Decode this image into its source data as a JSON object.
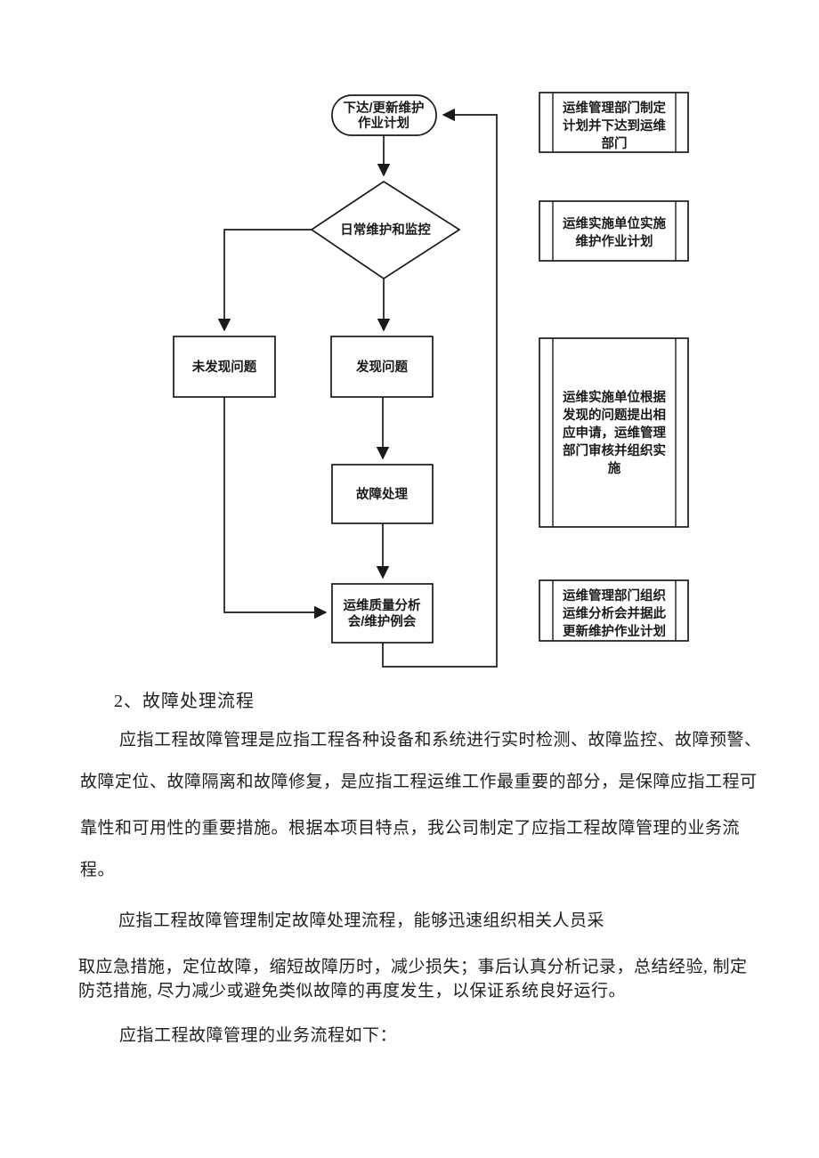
{
  "colors": {
    "ink": "#1a1a1a",
    "background": "#ffffff"
  },
  "flowchart": {
    "nodes": {
      "start": {
        "line1": "下达/更新维护",
        "line2": "作业计划"
      },
      "decision": {
        "label": "日常维护和监控"
      },
      "no_issue": {
        "label": "未发现问题"
      },
      "issue": {
        "label": "发现问题"
      },
      "fault_handling": {
        "label": "故障处理"
      },
      "meeting": {
        "line1": "运维质量分析",
        "line2": "会/维护例会"
      }
    },
    "annotations": [
      {
        "lines": [
          "运维管理部门制定",
          "计划并下达到运维",
          "部门"
        ]
      },
      {
        "lines": [
          "运维实施单位实施",
          "维护作业计划"
        ]
      },
      {
        "lines": [
          "运维实施单位根据",
          "发现的问题提出相",
          "应申请，运维管理",
          "部门审核并组织实",
          "施"
        ]
      },
      {
        "lines": [
          "运维管理部门组织",
          "运维分析会并据此",
          "更新维护作业计划"
        ]
      }
    ]
  },
  "document": {
    "heading": "2、故障处理流程",
    "paragraph1": {
      "line1": "应指工程故障管理是应指工程各种设备和系统进行实时检测、故障监控、故障预警、",
      "line2": "故障定位、故障隔离和故障修复，是应指工程运维工作最重要的部分，是保障应指工程可",
      "line3": "靠性和可用性的重要措施。根据本项目特点，我公司制定了应指工程故障管理的业务流",
      "line4": "程。"
    },
    "paragraph2": {
      "line1": "应指工程故障管理制定故障处理流程，能够迅速组织相关人员采",
      "line2": "取应急措施，定位故障，缩短故障历时，减少损失；事后认真分析记录，总结经验, 制定",
      "line3": "防范措施, 尽力减少或避免类似故障的再度发生，以保证系统良好运行。"
    },
    "paragraph3": "应指工程故障管理的业务流程如下："
  }
}
